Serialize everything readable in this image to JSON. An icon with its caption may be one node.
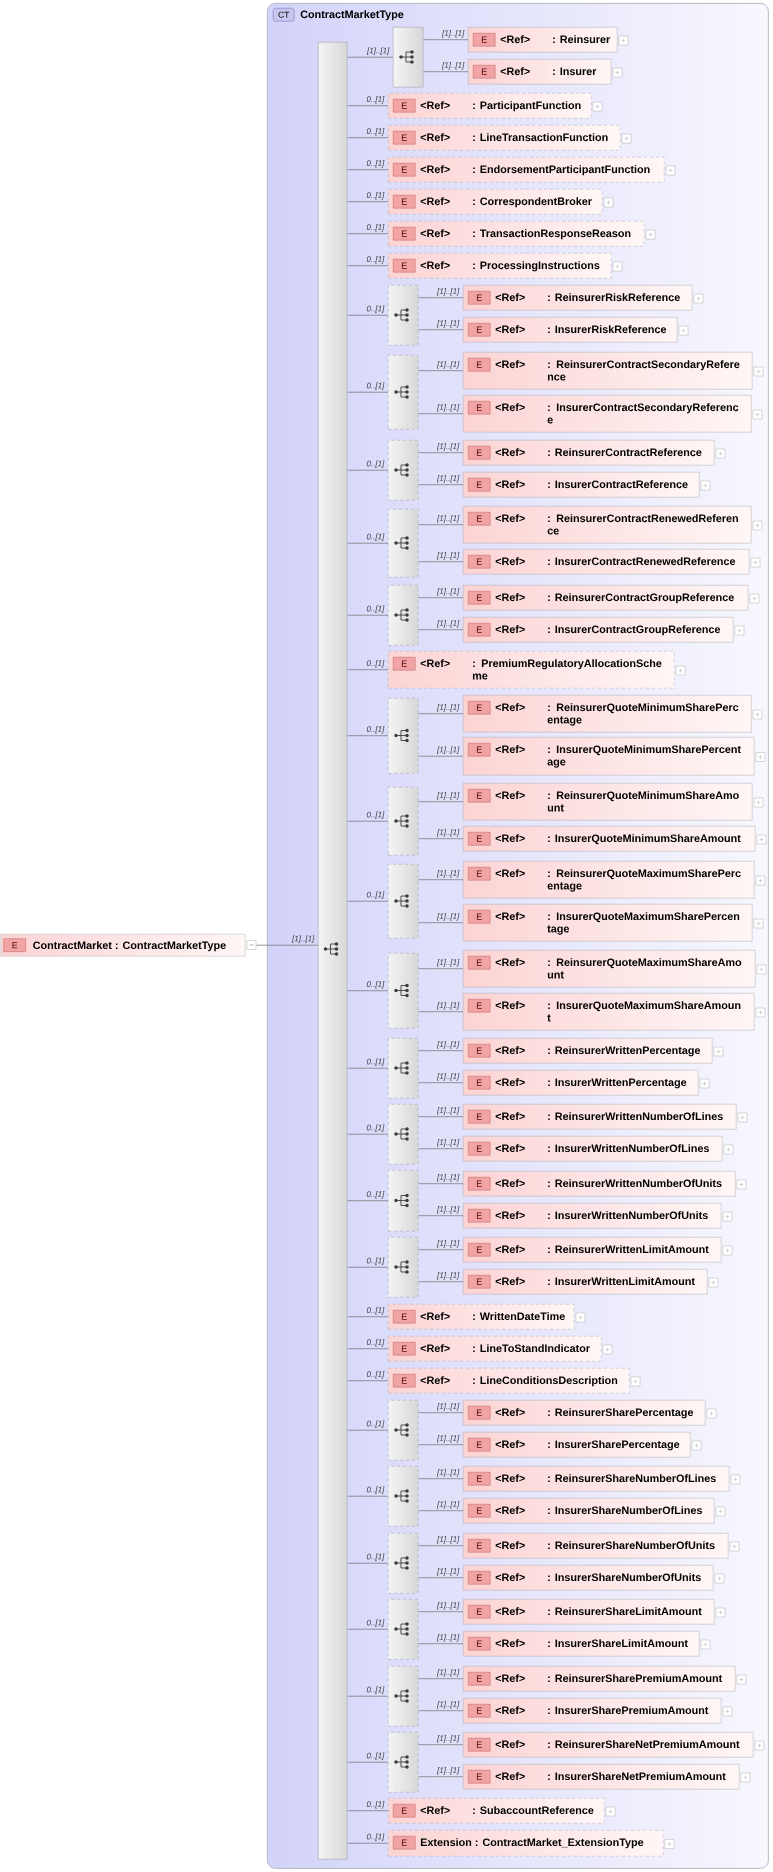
{
  "diagram": {
    "nodes": [
      {
        "text": [
          "E",
          "ContractMarket : ContractMarketType"
        ]
      },
      {
        "text": [
          "CT",
          "ContractMarketType"
        ]
      },
      {
        "text": [],
        "shape": "bar",
        "in": 1
      },
      {
        "text": [],
        "shape": "box",
        "in": 1
      },
      {
        "text": [
          "E",
          "<Ref>",
          ": Reinsurer"
        ],
        "in": 1
      },
      {
        "text": [
          "E",
          "<Ref>",
          ": Insurer"
        ],
        "in": 1
      },
      {
        "text": [
          "E",
          "<Ref>",
          ": ParticipantFunction"
        ],
        "in": 1
      },
      {
        "text": [
          "E",
          "<Ref>",
          ": LineTransactionFunction"
        ],
        "in": 1
      },
      {
        "text": [
          "E",
          "<Ref>",
          ": EndorsementParticipantFunction"
        ],
        "in": 1
      },
      {
        "text": [
          "E",
          "<Ref>",
          ": CorrespondentBroker"
        ],
        "in": 1
      },
      {
        "text": [
          "E",
          "<Ref>",
          ": TransactionResponseReason"
        ],
        "in": 1
      },
      {
        "text": [
          "E",
          "<Ref>",
          ": ProcessingInstructions"
        ],
        "in": 1
      },
      {
        "text": [],
        "shape": "box",
        "in": 1
      },
      {
        "text": [
          "E",
          "<Ref>",
          ": ReinsurerRiskReference"
        ],
        "in": 1
      },
      {
        "text": [
          "E",
          "<Ref>",
          ": InsurerRiskReference"
        ],
        "in": 1
      },
      {
        "text": [],
        "shape": "box",
        "in": 1
      },
      {
        "text": [
          "E",
          "<Ref>",
          ": ReinsurerContractSecondaryRefere nce"
        ],
        "in": 1
      },
      {
        "text": [
          "E",
          "<Ref>",
          ": InsurerContractSecondaryReferenc e"
        ],
        "in": 1
      },
      {
        "text": [],
        "shape": "box",
        "in": 1
      },
      {
        "text": [
          "E",
          "<Ref>",
          ": ReinsurerContractReference"
        ],
        "in": 1
      },
      {
        "text": [
          "E",
          "<Ref>",
          ": InsurerContractReference"
        ],
        "in": 1
      },
      {
        "text": [],
        "shape": "box",
        "in": 1
      },
      {
        "text": [
          "E",
          "<Ref>",
          ": ReinsurerContractRenewedReferen ce"
        ],
        "in": 1
      },
      {
        "text": [
          "E",
          "<Ref>",
          ": InsurerContractRenewedReference"
        ],
        "in": 1
      },
      {
        "text": [],
        "shape": "box",
        "in": 1
      },
      {
        "text": [
          "E",
          "<Ref>",
          ": ReinsurerContractGroupReference"
        ],
        "in": 1
      },
      {
        "text": [
          "E",
          "<Ref>",
          ": InsurerContractGroupReference"
        ],
        "in": 1
      },
      {
        "text": [
          "E",
          "<Ref>",
          ": PremiumRegulatoryAllocationSche me"
        ],
        "in": 1
      },
      {
        "text": [],
        "shape": "box",
        "in": 1
      },
      {
        "text": [
          "E",
          "<Ref>",
          ": ReinsurerQuoteMinimumSharePerc entage"
        ],
        "in": 1
      },
      {
        "text": [
          "E",
          "<Ref>",
          ": InsurerQuoteMinimumSharePercent age"
        ],
        "in": 1
      },
      {
        "text": [],
        "shape": "box",
        "in": 1
      },
      {
        "text": [
          "E",
          "<Ref>",
          ": ReinsurerQuoteMinimumShareAmo unt"
        ],
        "in": 1
      },
      {
        "text": [
          "E",
          "<Ref>",
          ": InsurerQuoteMinimumShareAmount"
        ],
        "in": 1
      },
      {
        "text": [],
        "shape": "box",
        "in": 1
      },
      {
        "text": [
          "E",
          "<Ref>",
          ": ReinsurerQuoteMaximumSharePerc entage"
        ],
        "in": 1
      },
      {
        "text": [
          "E",
          "<Ref>",
          ": InsurerQuoteMaximumSharePercen tage"
        ],
        "in": 1
      },
      {
        "text": [],
        "shape": "box",
        "in": 1
      },
      {
        "text": [
          "E",
          "<Ref>",
          ": ReinsurerQuoteMaximumShareAmo unt"
        ],
        "in": 1
      },
      {
        "text": [
          "E",
          "<Ref>",
          ": InsurerQuoteMaximumShareAmoun t"
        ],
        "in": 1
      },
      {
        "text": [],
        "shape": "box",
        "in": 1
      },
      {
        "text": [
          "E",
          "<Ref>",
          ": ReinsurerWrittenPercentage"
        ],
        "in": 1
      },
      {
        "text": [
          "E",
          "<Ref>",
          ": InsurerWrittenPercentage"
        ],
        "in": 1
      },
      {
        "text": [],
        "shape": "box",
        "in": 1
      },
      {
        "text": [
          "E",
          "<Ref>",
          ": ReinsurerWrittenNumberOfLines"
        ],
        "in": 1
      },
      {
        "text": [
          "E",
          "<Ref>",
          ": InsurerWrittenNumberOfLines"
        ],
        "in": 1
      },
      {
        "text": [],
        "shape": "box",
        "in": 1
      },
      {
        "text": [
          "E",
          "<Ref>",
          ": ReinsurerWrittenNumberOfUnits"
        ],
        "in": 1
      },
      {
        "text": [
          "E",
          "<Ref>",
          ": InsurerWrittenNumberOfUnits"
        ],
        "in": 1
      },
      {
        "text": [],
        "shape": "box",
        "in": 1
      },
      {
        "text": [
          "E",
          "<Ref>",
          ": ReinsurerWrittenLimitAmount"
        ],
        "in": 1
      },
      {
        "text": [
          "E",
          "<Ref>",
          ": InsurerWrittenLimitAmount"
        ],
        "in": 1
      },
      {
        "text": [
          "E",
          "<Ref>",
          ": WrittenDateTime"
        ],
        "in": 1
      },
      {
        "text": [
          "E",
          "<Ref>",
          ": LineToStandIndicator"
        ],
        "in": 1
      },
      {
        "text": [
          "E",
          "<Ref>",
          ": LineConditionsDescription"
        ],
        "in": 1
      },
      {
        "text": [],
        "shape": "box",
        "in": 1
      },
      {
        "text": [
          "E",
          "<Ref>",
          ": ReinsurerSharePercentage"
        ],
        "in": 1
      },
      {
        "text": [
          "E",
          "<Ref>",
          ": InsurerSharePercentage"
        ],
        "in": 1
      },
      {
        "text": [],
        "shape": "box",
        "in": 1
      },
      {
        "text": [
          "E",
          "<Ref>",
          ": ReinsurerShareNumberOfLines"
        ],
        "in": 1
      },
      {
        "text": [
          "E",
          "<Ref>",
          ": InsurerShareNumberOfLines"
        ],
        "in": 1
      },
      {
        "text": [],
        "shape": "box",
        "in": 1
      },
      {
        "text": [
          "E",
          "<Ref>",
          ": ReinsurerShareNumberOfUnits"
        ],
        "in": 1
      },
      {
        "text": [
          "E",
          "<Ref>",
          ": InsurerShareNumberOfUnits"
        ],
        "in": 1
      },
      {
        "text": [],
        "shape": "box",
        "in": 1
      },
      {
        "text": [
          "E",
          "<Ref>",
          ": ReinsurerShareLimitAmount"
        ],
        "in": 1
      },
      {
        "text": [
          "E",
          "<Ref>",
          ": InsurerShareLimitAmount"
        ],
        "in": 1
      },
      {
        "text": [],
        "shape": "box",
        "in": 1
      },
      {
        "text": [
          "E",
          "<Ref>",
          ": ReinsurerSharePremiumAmount"
        ],
        "in": 1
      },
      {
        "text": [
          "E",
          "<Ref>",
          ": InsurerSharePremiumAmount"
        ],
        "in": 1
      },
      {
        "text": [],
        "shape": "box",
        "in": 1
      },
      {
        "text": [
          "E",
          "<Ref>",
          ": ReinsurerShareNetPremiumAmount"
        ],
        "in": 1
      },
      {
        "text": [
          "E",
          "<Ref>",
          ": InsurerShareNetPremiumAmount"
        ],
        "in": 1
      },
      {
        "text": [
          "E",
          "<Ref>",
          ": SubaccountReference"
        ],
        "in": 1
      },
      {
        "text": [
          "E",
          "Extension : ContractMarket_ExtensionType"
        ],
        "in": 1
      }
    ],
    "edges": [
      {
        "from": 0,
        "to": 2,
        "arrow": "none",
        "label": "[1]..[1]"
      },
      {
        "from": 2,
        "to": 3,
        "arrow": "none",
        "label": "[1]..[1]"
      },
      {
        "from": 3,
        "to": 4,
        "arrow": "none",
        "label": "[1]..[1]"
      },
      {
        "from": 3,
        "to": 5,
        "arrow": "none",
        "label": "[1]..[1]"
      },
      {
        "from": 2,
        "to": 6,
        "arrow": "none",
        "label": "0..[1]"
      },
      {
        "from": 2,
        "to": 7,
        "arrow": "none",
        "label": "0..[1]"
      },
      {
        "from": 2,
        "to": 8,
        "arrow": "none",
        "label": "0..[1]"
      },
      {
        "from": 2,
        "to": 9,
        "arrow": "none",
        "label": "0..[1]"
      },
      {
        "from": 2,
        "to": 10,
        "arrow": "none",
        "label": "0..[1]"
      },
      {
        "from": 2,
        "to": 11,
        "arrow": "none",
        "label": "0..[1]"
      },
      {
        "from": 2,
        "to": 12,
        "arrow": "none",
        "label": "0..[1]"
      },
      {
        "from": 12,
        "to": 13,
        "arrow": "none",
        "label": "[1]..[1]"
      },
      {
        "from": 12,
        "to": 14,
        "arrow": "none",
        "label": "[1]..[1]"
      },
      {
        "from": 2,
        "to": 15,
        "arrow": "none",
        "label": "0..[1]"
      },
      {
        "from": 15,
        "to": 16,
        "arrow": "none",
        "label": "[1]..[1]"
      },
      {
        "from": 15,
        "to": 17,
        "arrow": "none",
        "label": "[1]..[1]"
      },
      {
        "from": 2,
        "to": 18,
        "arrow": "none",
        "label": "0..[1]"
      },
      {
        "from": 18,
        "to": 19,
        "arrow": "none",
        "label": "[1]..[1]"
      },
      {
        "from": 18,
        "to": 20,
        "arrow": "none",
        "label": "[1]..[1]"
      },
      {
        "from": 2,
        "to": 21,
        "arrow": "none",
        "label": "0..[1]"
      },
      {
        "from": 21,
        "to": 22,
        "arrow": "none",
        "label": "[1]..[1]"
      },
      {
        "from": 21,
        "to": 23,
        "arrow": "none",
        "label": "[1]..[1]"
      },
      {
        "from": 2,
        "to": 24,
        "arrow": "none",
        "label": "0..[1]"
      },
      {
        "from": 24,
        "to": 25,
        "arrow": "none",
        "label": "[1]..[1]"
      },
      {
        "from": 24,
        "to": 26,
        "arrow": "none",
        "label": "[1]..[1]"
      },
      {
        "from": 2,
        "to": 27,
        "arrow": "none",
        "label": "0..[1]"
      },
      {
        "from": 2,
        "to": 28,
        "arrow": "none",
        "label": "0..[1]"
      },
      {
        "from": 28,
        "to": 29,
        "arrow": "none",
        "label": "[1]..[1]"
      },
      {
        "from": 28,
        "to": 30,
        "arrow": "none",
        "label": "[1]..[1]"
      },
      {
        "from": 2,
        "to": 31,
        "arrow": "none",
        "label": "0..[1]"
      },
      {
        "from": 31,
        "to": 32,
        "arrow": "none",
        "label": "[1]..[1]"
      },
      {
        "from": 31,
        "to": 33,
        "arrow": "none",
        "label": "[1]..[1]"
      },
      {
        "from": 2,
        "to": 34,
        "arrow": "none",
        "label": "0..[1]"
      },
      {
        "from": 34,
        "to": 35,
        "arrow": "none",
        "label": "[1]..[1]"
      },
      {
        "from": 34,
        "to": 36,
        "arrow": "none",
        "label": "[1]..[1]"
      },
      {
        "from": 2,
        "to": 37,
        "arrow": "none",
        "label": "0..[1]"
      },
      {
        "from": 37,
        "to": 38,
        "arrow": "none",
        "label": "[1]..[1]"
      },
      {
        "from": 37,
        "to": 39,
        "arrow": "none",
        "label": "[1]..[1]"
      },
      {
        "from": 2,
        "to": 40,
        "arrow": "none",
        "label": "0..[1]"
      },
      {
        "from": 40,
        "to": 41,
        "arrow": "none",
        "label": "[1]..[1]"
      },
      {
        "from": 40,
        "to": 42,
        "arrow": "none",
        "label": "[1]..[1]"
      },
      {
        "from": 2,
        "to": 43,
        "arrow": "none",
        "label": "0..[1]"
      },
      {
        "from": 43,
        "to": 44,
        "arrow": "none",
        "label": "[1]..[1]"
      },
      {
        "from": 43,
        "to": 45,
        "arrow": "none",
        "label": "[1]..[1]"
      },
      {
        "from": 2,
        "to": 46,
        "arrow": "none",
        "label": "0..[1]"
      },
      {
        "from": 46,
        "to": 47,
        "arrow": "none",
        "label": "[1]..[1]"
      },
      {
        "from": 46,
        "to": 48,
        "arrow": "none",
        "label": "[1]..[1]"
      },
      {
        "from": 2,
        "to": 49,
        "arrow": "none",
        "label": "0..[1]"
      },
      {
        "from": 49,
        "to": 50,
        "arrow": "none",
        "label": "[1]..[1]"
      },
      {
        "from": 49,
        "to": 51,
        "arrow": "none",
        "label": "[1]..[1]"
      },
      {
        "from": 2,
        "to": 52,
        "arrow": "none",
        "label": "0..[1]"
      },
      {
        "from": 2,
        "to": 53,
        "arrow": "none",
        "label": "0..[1]"
      },
      {
        "from": 2,
        "to": 54,
        "arrow": "none",
        "label": "0..[1]"
      },
      {
        "from": 2,
        "to": 55,
        "arrow": "none",
        "label": "0..[1]"
      },
      {
        "from": 55,
        "to": 56,
        "arrow": "none",
        "label": "[1]..[1]"
      },
      {
        "from": 55,
        "to": 57,
        "arrow": "none",
        "label": "[1]..[1]"
      },
      {
        "from": 2,
        "to": 58,
        "arrow": "none",
        "label": "0..[1]"
      },
      {
        "from": 58,
        "to": 59,
        "arrow": "none",
        "label": "[1]..[1]"
      },
      {
        "from": 58,
        "to": 60,
        "arrow": "none",
        "label": "[1]..[1]"
      },
      {
        "from": 2,
        "to": 61,
        "arrow": "none",
        "label": "0..[1]"
      },
      {
        "from": 61,
        "to": 62,
        "arrow": "none",
        "label": "[1]..[1]"
      },
      {
        "from": 61,
        "to": 63,
        "arrow": "none",
        "label": "[1]..[1]"
      },
      {
        "from": 2,
        "to": 64,
        "arrow": "none",
        "label": "0..[1]"
      },
      {
        "from": 64,
        "to": 65,
        "arrow": "none",
        "label": "[1]..[1]"
      },
      {
        "from": 64,
        "to": 66,
        "arrow": "none",
        "label": "[1]..[1]"
      },
      {
        "from": 2,
        "to": 67,
        "arrow": "none",
        "label": "0..[1]"
      },
      {
        "from": 67,
        "to": 68,
        "arrow": "none",
        "label": "[1]..[1]"
      },
      {
        "from": 67,
        "to": 69,
        "arrow": "none",
        "label": "[1]..[1]"
      },
      {
        "from": 2,
        "to": 70,
        "arrow": "none",
        "label": "0..[1]"
      },
      {
        "from": 70,
        "to": 71,
        "arrow": "none",
        "label": "[1]..[1]"
      },
      {
        "from": 70,
        "to": 72,
        "arrow": "none",
        "label": "[1]..[1]"
      },
      {
        "from": 2,
        "to": 73,
        "arrow": "none",
        "label": "0..[1]"
      },
      {
        "from": 2,
        "to": 74,
        "arrow": "none",
        "label": "0..[1]"
      }
    ]
  }
}
